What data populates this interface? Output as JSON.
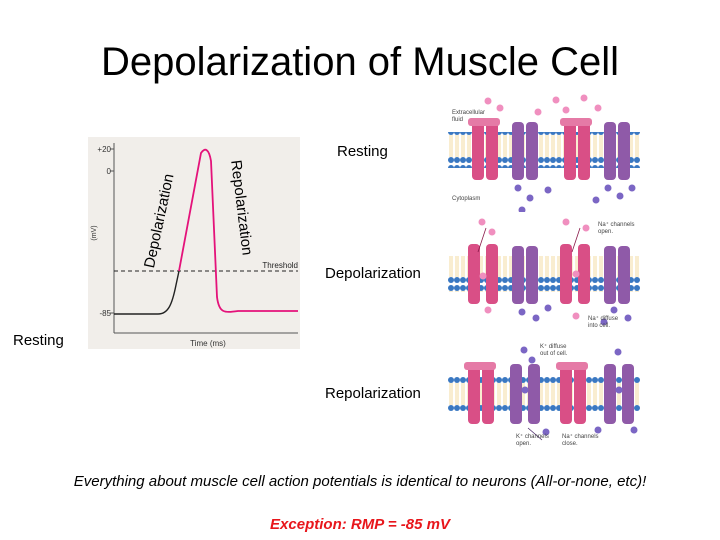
{
  "slide": {
    "title": "Depolarization of Muscle Cell",
    "footer": "Everything about muscle cell action potentials is identical to neurons (All-or-none, etc)!",
    "exception": "Exception: RMP = -85 mV"
  },
  "graph": {
    "tick_labels": [
      "+20",
      "0",
      "-85"
    ],
    "y_unit": "(mV)",
    "x_label": "Time (ms)",
    "threshold_label": "Threshold",
    "phase_depolarization": "Depolarization",
    "phase_repolarization": "Repolarization",
    "resting_label": "Resting"
  },
  "panels": {
    "resting_label": "Resting",
    "depolarization_label": "Depolarization",
    "repolarization_label": "Repolarization",
    "extracellular": [
      "Extracellular",
      "fluid"
    ],
    "cytoplasm": "Cytoplasm",
    "na_open": [
      "Na⁺ channels",
      "open."
    ],
    "na_diffuse": [
      "Na⁺ diffuse",
      "into cell."
    ],
    "k_diffuse": [
      "K⁺ diffuse",
      "out of cell."
    ],
    "k_open": [
      "K⁺ channels",
      "open."
    ],
    "na_close": [
      "Na⁺ channels",
      "close."
    ]
  },
  "colors": {
    "accent_red": "#e8161b",
    "action_potential_pink": "#e4127a",
    "na_channel": "#d94f86",
    "k_channel": "#8f5aa8",
    "membrane": "#3a78c2"
  }
}
